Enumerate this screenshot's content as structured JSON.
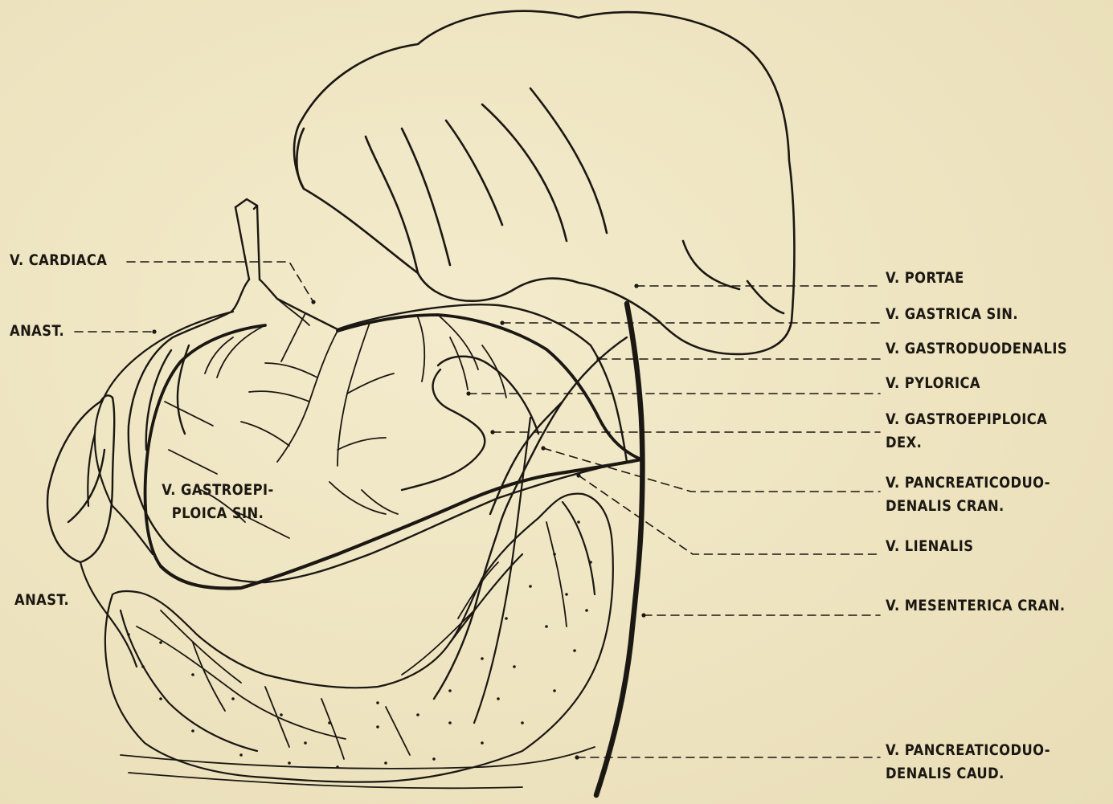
{
  "labels": {
    "cardiaca": "V. CARDIACA",
    "anast_top": "ANAST.",
    "anast_bottom": "ANAST.",
    "gastroepiploica_sin_1": "V. GASTROEPI-",
    "gastroepiploica_sin_2": "PLOICA SIN.",
    "portae": "V. PORTAE",
    "gastrica_sin": "V. GASTRICA SIN.",
    "gastroduodenalis": "V. GASTRODUODENALIS",
    "pylorica": "V. PYLORICA",
    "gastroepiploica_dex_1": "V. GASTROEPIPLOICA",
    "gastroepiploica_dex_2": "DEX.",
    "pancreaticoduodenalis_cran_1": "V. PANCREATICODUO-",
    "pancreaticoduodenalis_cran_2": "DENALIS CRAN.",
    "lienalis": "V. LIENALIS",
    "mesenterica_cran": "V. MESENTERICA CRAN.",
    "pancreaticoduodenalis_caud_1": "V. PANCREATICODUO-",
    "pancreaticoduodenalis_caud_2": "DENALIS CAUD."
  },
  "colors": {
    "paper": "#efe6c4",
    "ink": "#1b1712"
  }
}
